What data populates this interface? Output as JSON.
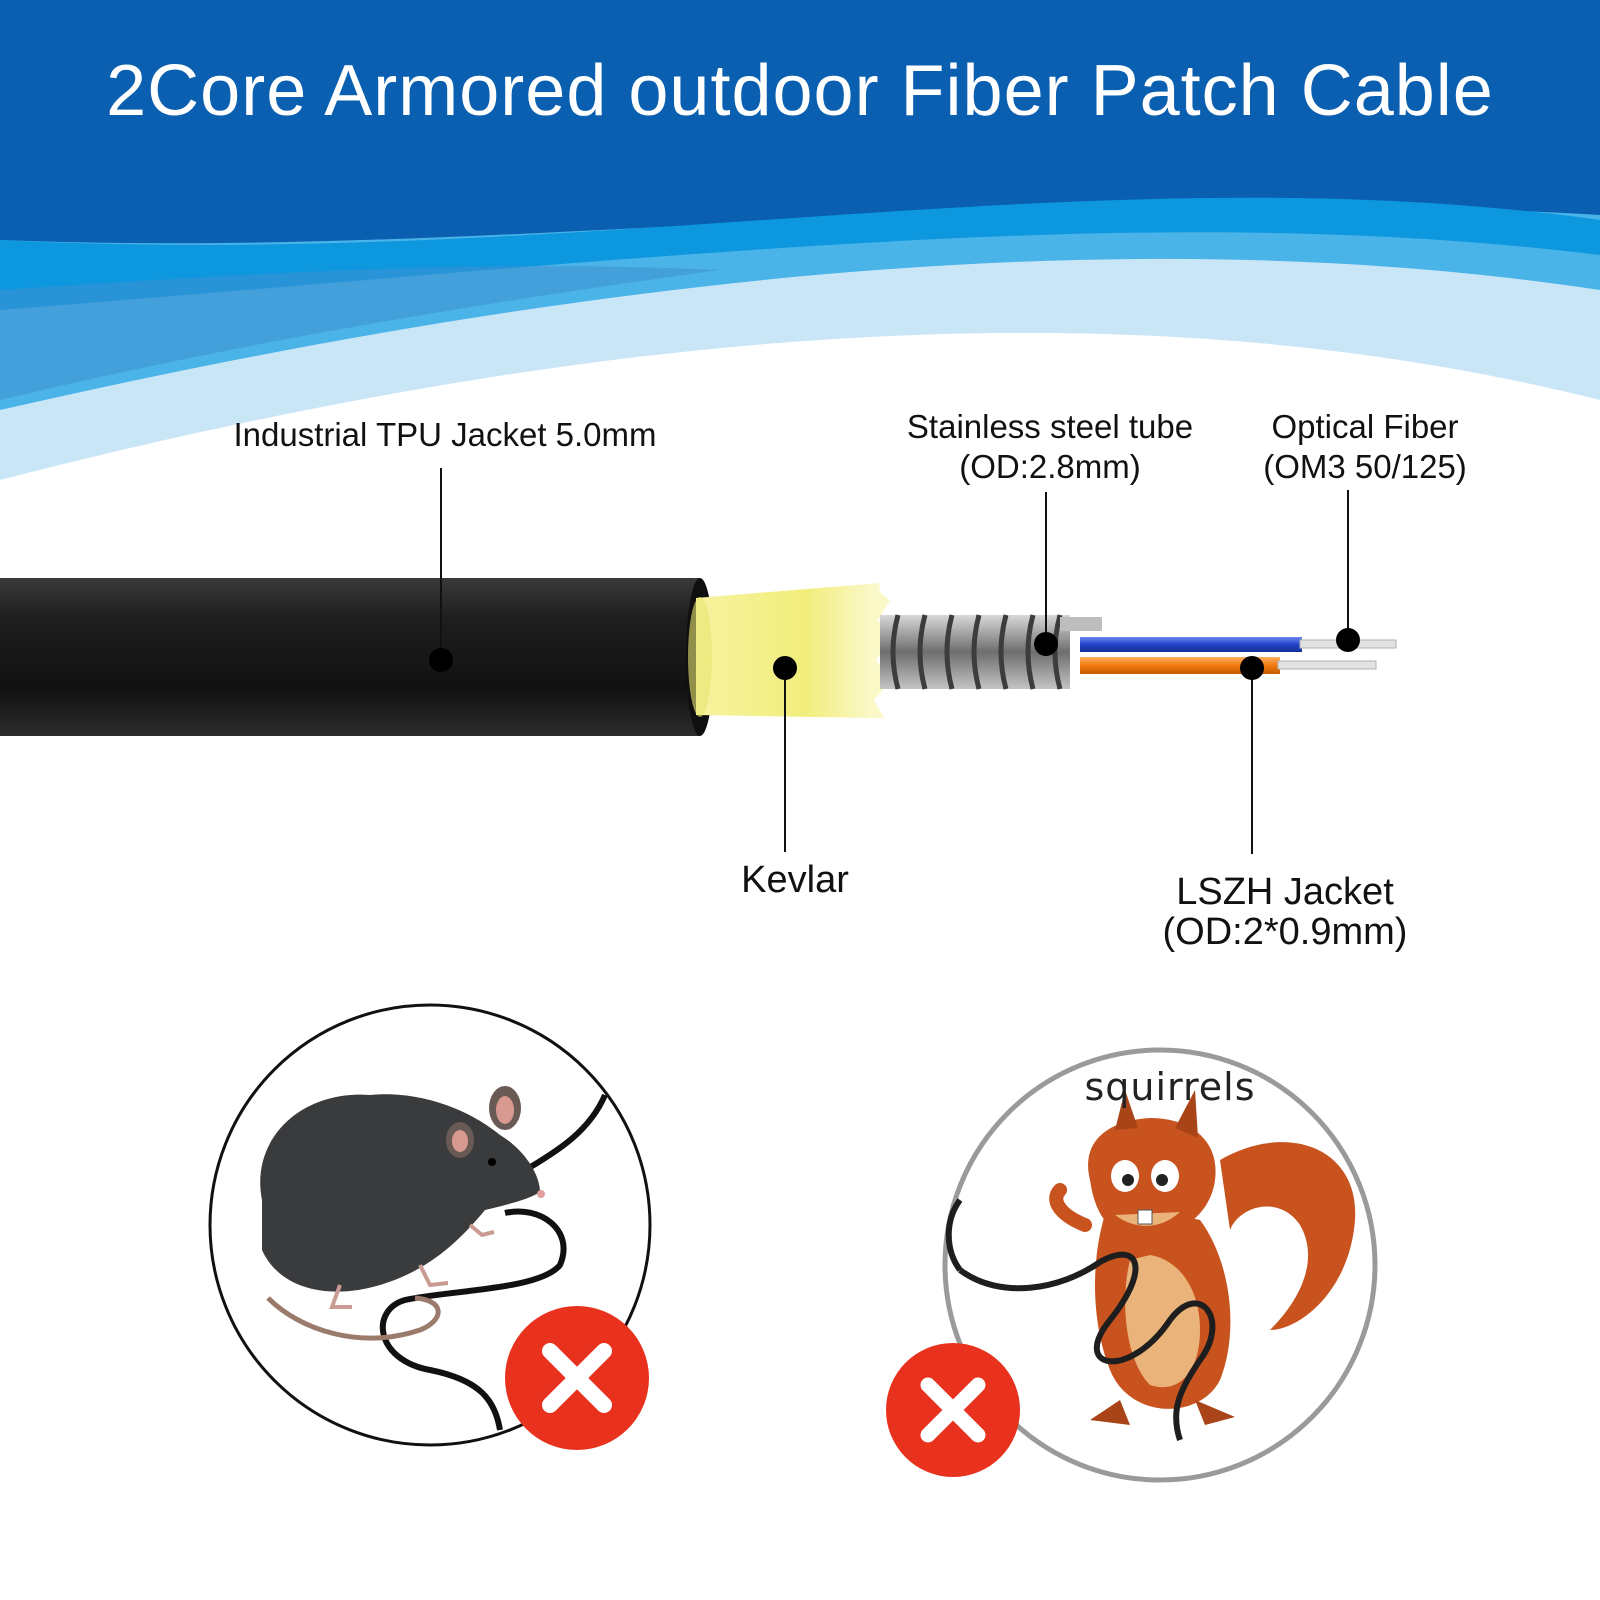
{
  "title": "2Core Armored outdoor Fiber Patch Cable",
  "labels": {
    "jacket": "Industrial TPU Jacket 5.0mm",
    "steel_tube_line1": "Stainless steel tube",
    "steel_tube_line2": "(OD:2.8mm)",
    "optical_fiber_line1": "Optical Fiber",
    "optical_fiber_line2": "(OM3 50/125)",
    "kevlar": "Kevlar",
    "lszh_line1": "LSZH Jacket",
    "lszh_line2": "(OD:2*0.9mm)"
  },
  "squirrel_label": "squirrels",
  "colors": {
    "banner_dark": "#0a5fb0",
    "banner_mid": "#0d97df",
    "banner_light": "#c9e6f7",
    "cable_jacket": "#1b1b1b",
    "kevlar": "#f2f088",
    "steel": "#8a8a8a",
    "fiber_blue": "#2f55d4",
    "fiber_orange": "#f07a10",
    "warning_red": "#e8321e"
  },
  "icons": {
    "rat": "rat-chewing-cable-icon",
    "squirrel": "squirrel-chewing-cable-icon",
    "prohibited": "x-mark-icon"
  }
}
